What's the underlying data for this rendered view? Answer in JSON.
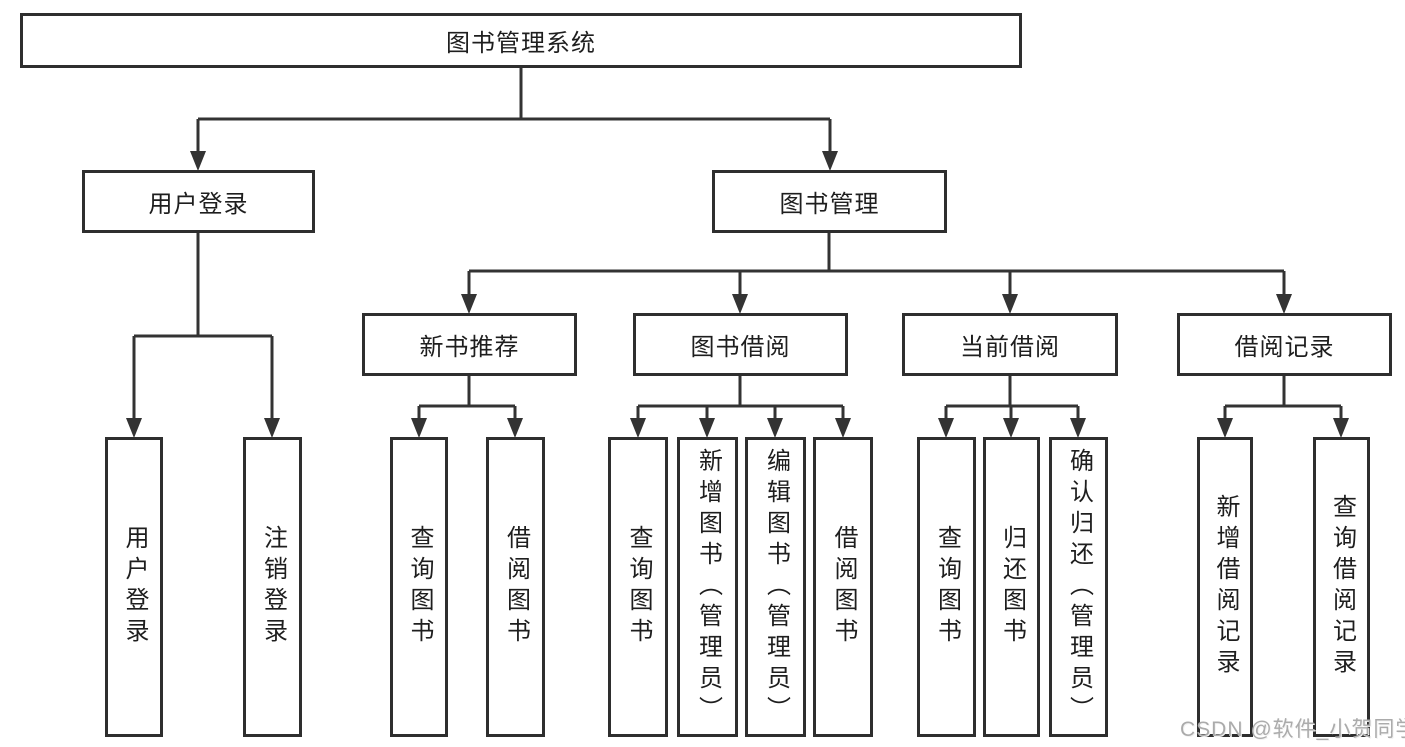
{
  "diagram": {
    "root": {
      "label": "图书管理系统"
    },
    "level2": [
      {
        "label": "用户登录"
      },
      {
        "label": "图书管理"
      }
    ],
    "level3": [
      {
        "label": "新书推荐"
      },
      {
        "label": "图书借阅"
      },
      {
        "label": "当前借阅"
      },
      {
        "label": "借阅记录"
      }
    ],
    "leaves": {
      "user_login": [
        "用户登录",
        "注销登录"
      ],
      "new_book_recommend": [
        "查询图书",
        "借阅图书"
      ],
      "book_borrow": [
        "查询图书",
        "新增图书（管理员）",
        "编辑图书（管理员）",
        "借阅图书"
      ],
      "current_borrow": [
        "查询图书",
        "归还图书",
        "确认归还（管理员）"
      ],
      "borrow_records": [
        "新增借阅记录",
        "查询借阅记录"
      ]
    }
  },
  "watermark": {
    "text": "CSDN @软件_小贺同学"
  },
  "colors": {
    "line": "#333333",
    "box_border": "#2e2e2e",
    "text": "#1e1e1e",
    "watermark": "#ababab",
    "background": "#ffffff"
  }
}
